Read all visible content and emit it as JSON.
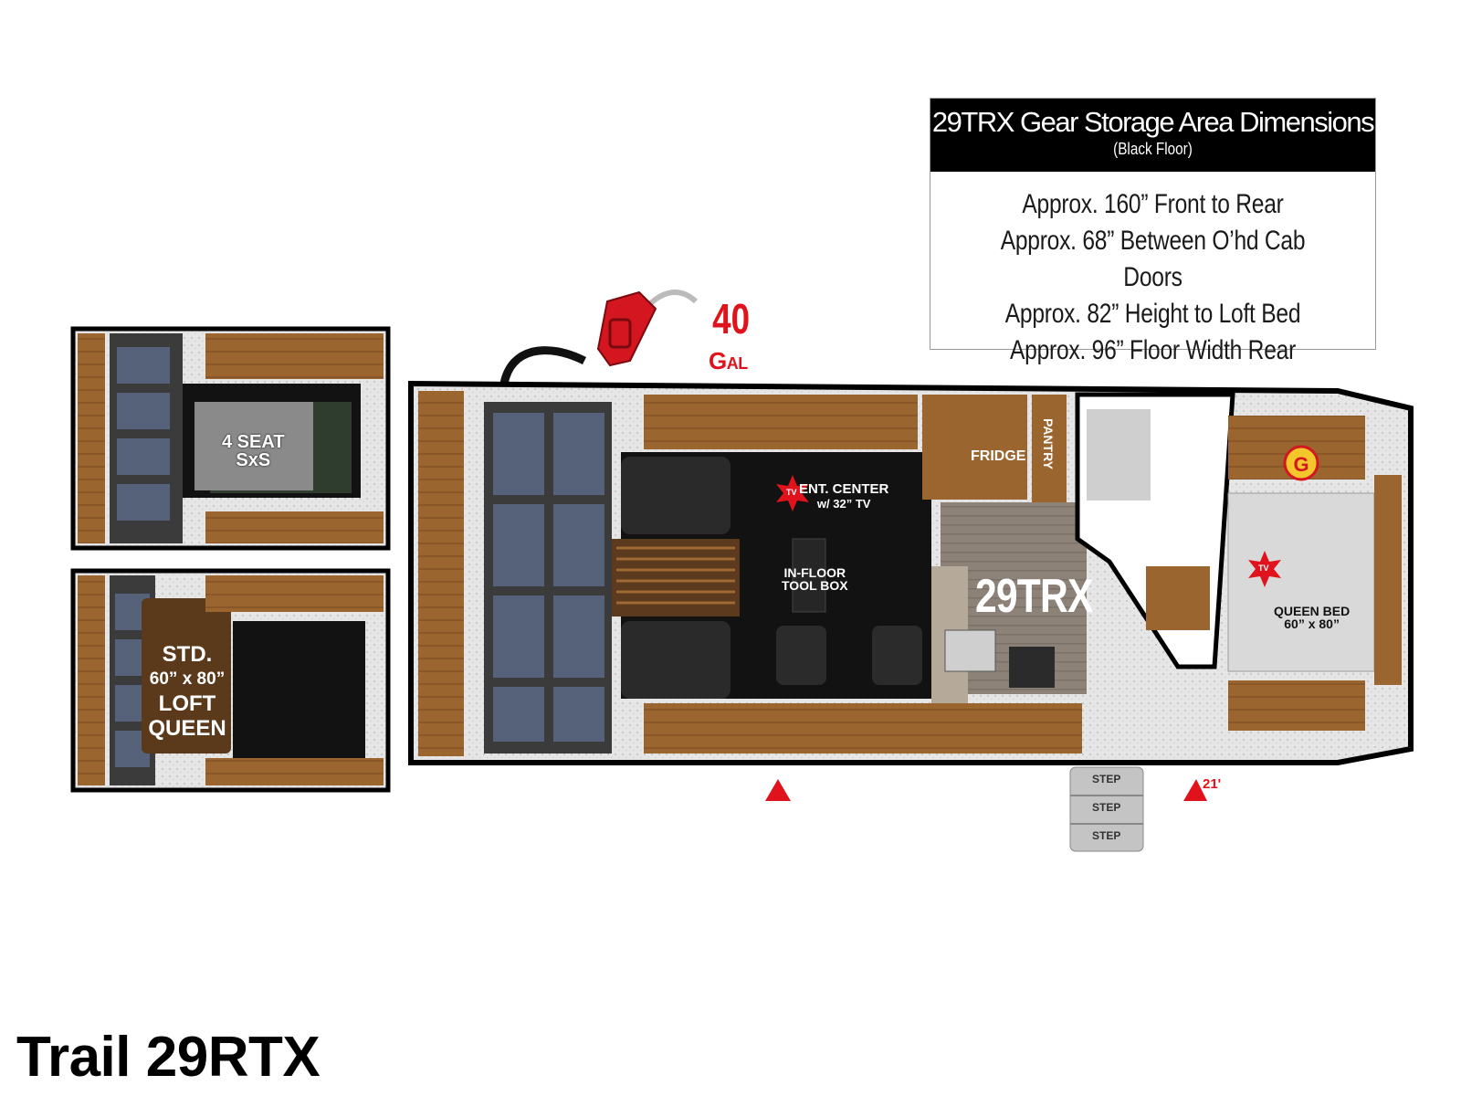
{
  "spec_box": {
    "title": "29TRX Gear Storage Area Dimensions",
    "subtitle": "(Black Floor)",
    "lines": [
      "Approx. 160” Front to Rear",
      "Approx. 68” Between O’hd Cab Doors",
      "Approx. 82” Height to Loft Bed",
      "Approx. 96” Floor Width Rear"
    ]
  },
  "fuel": {
    "amount": "40",
    "unit_big": "G",
    "unit_small": "AL"
  },
  "main_plan": {
    "model": "29TRX",
    "ent_center": "ENT. CENTER",
    "ent_center_sub": "w/ 32” TV",
    "tool_box_1": "IN-FLOOR",
    "tool_box_2": "TOOL BOX",
    "fridge": "FRIDGE",
    "pantry": "PANTRY",
    "bed_1": "QUEEN BED",
    "bed_2": "60” x 80”",
    "tv": "TV",
    "awning": "21'",
    "steps": [
      "STEP",
      "STEP",
      "STEP"
    ]
  },
  "option_sxs": {
    "line1": "4 SEAT",
    "line2": "SxS"
  },
  "option_loft": {
    "lines": [
      "STD.",
      "60” x 80”",
      "LOFT",
      "QUEEN"
    ]
  },
  "model_title": "Trail 29RTX",
  "colors": {
    "fuel_red": "#e0121b",
    "wood": "#a0692e",
    "floor_black": "#111111",
    "vinyl": "#8e8479"
  }
}
